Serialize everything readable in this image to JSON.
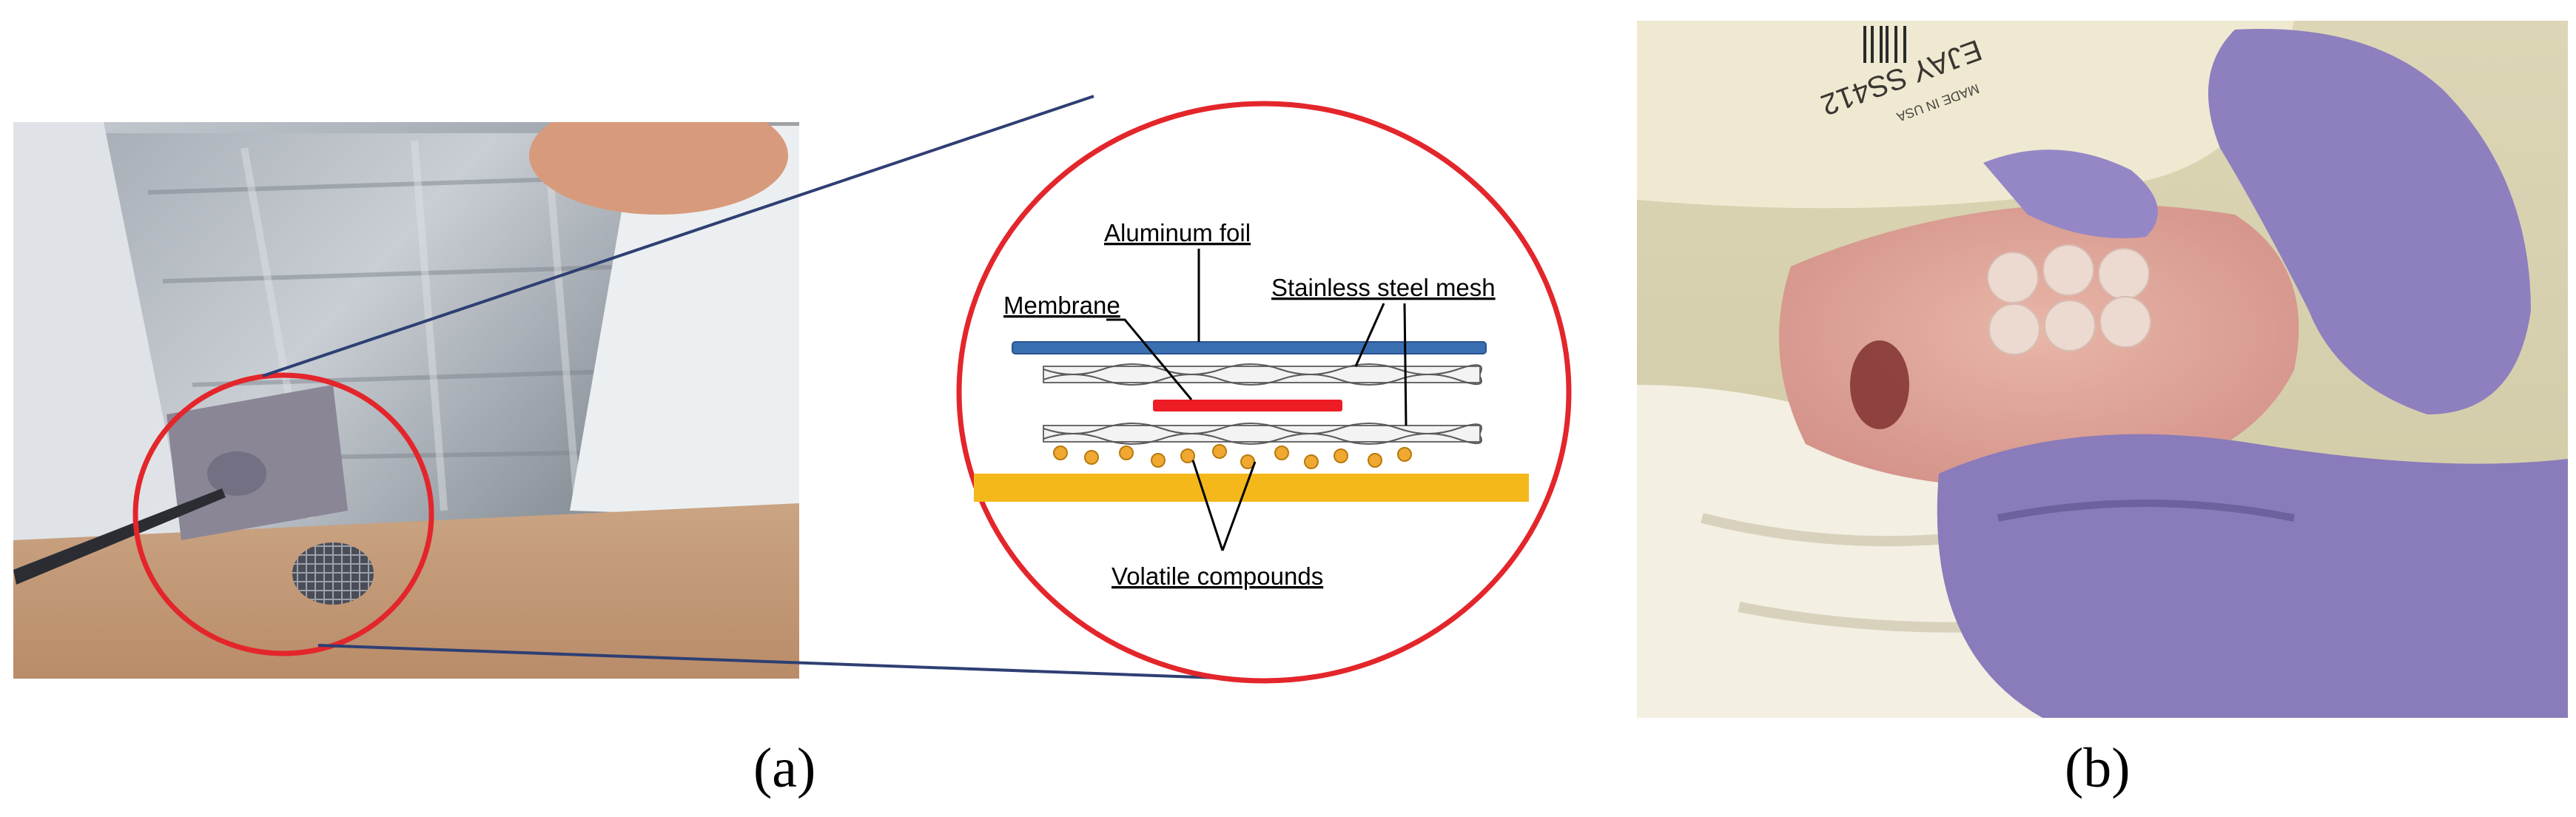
{
  "figure": {
    "panel_a_label": "(a)",
    "panel_b_label": "(b)"
  },
  "inset": {
    "aluminum_foil_label": "Aluminum foil",
    "membrane_label": "Membrane",
    "mesh_label": "Stainless steel mesh",
    "volatile_label": "Volatile compounds"
  },
  "photo_b": {
    "tag_text": "EJAY SS412",
    "tag_small_text": "MADE IN USA"
  },
  "colors": {
    "circle_red": "#e3262b",
    "foil_blue": "#3a6fb2",
    "membrane_red": "#ee1c25",
    "base_yellow": "#f4b81b",
    "dot_orange": "#f0a830",
    "glove_purple": "#8e7fbf",
    "zoom_line": "#2e3f73"
  },
  "icons": [
    "tweezers-icon",
    "mesh-disc-icon",
    "glove-icon",
    "ear-icon"
  ]
}
